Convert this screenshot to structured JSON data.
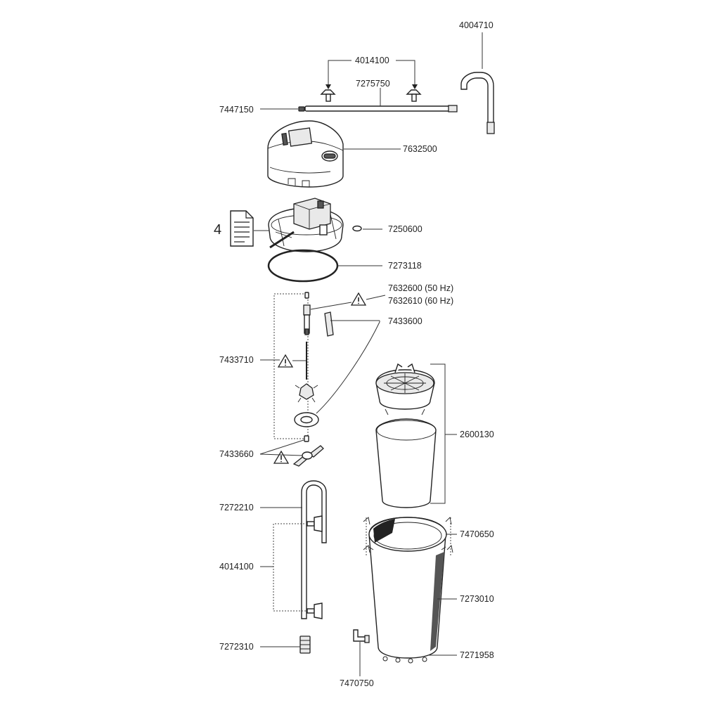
{
  "labels": {
    "p4004710": "4004710",
    "p4014100_top": "4014100",
    "p7275750": "7275750",
    "p7447150": "7447150",
    "p7632500": "7632500",
    "doc_num": "4",
    "p7250600": "7250600",
    "p7273118": "7273118",
    "p7632600": "7632600 (50 Hz)",
    "p7632610": "7632610 (60 Hz)",
    "p7433600": "7433600",
    "p7433710": "7433710",
    "p2600130": "2600130",
    "p7433660": "7433660",
    "p7272210": "7272210",
    "p7470650": "7470650",
    "p4014100_bot": "4014100",
    "p7273010": "7273010",
    "p7272310": "7272310",
    "p7271958": "7271958",
    "p7470750": "7470750"
  },
  "icons": {
    "warning": "warning-triangle-icon",
    "document": "document-icon"
  },
  "colors": {
    "line": "#222222",
    "background": "#ffffff"
  }
}
